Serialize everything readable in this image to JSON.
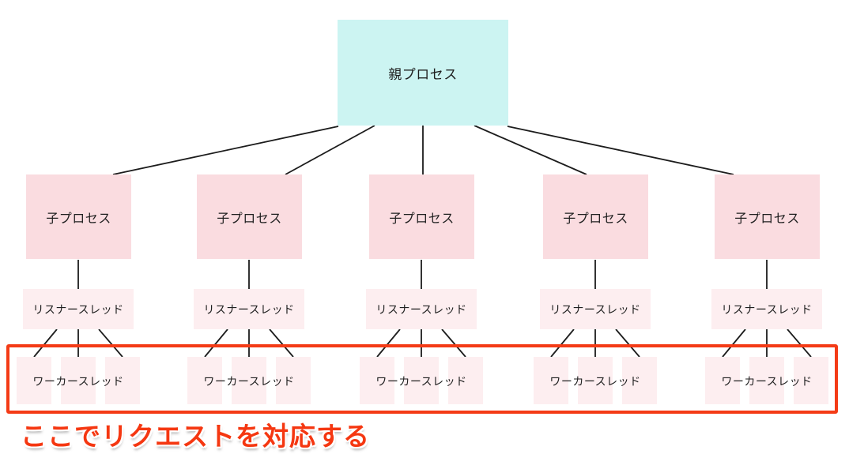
{
  "diagram": {
    "parent_label": "親プロセス",
    "caption": "ここでリクエストを対応する",
    "columns": [
      {
        "child": "子プロセス",
        "listener": "リスナースレッド",
        "worker": "ワーカースレッド"
      },
      {
        "child": "子プロセス",
        "listener": "リスナースレッド",
        "worker": "ワーカースレッド"
      },
      {
        "child": "子プロセス",
        "listener": "リスナースレッド",
        "worker": "ワーカースレッド"
      },
      {
        "child": "子プロセス",
        "listener": "リスナースレッド",
        "worker": "ワーカースレッド"
      },
      {
        "child": "子プロセス",
        "listener": "リスナースレッド",
        "worker": "ワーカースレッド"
      }
    ],
    "colors": {
      "parent_fill": "#ccf4f2",
      "child_fill": "#fadce0",
      "thread_fill": "#fdeef0",
      "line": "#1c1c1c",
      "highlight": "#f43b16",
      "caption_color": "#f53711"
    }
  }
}
